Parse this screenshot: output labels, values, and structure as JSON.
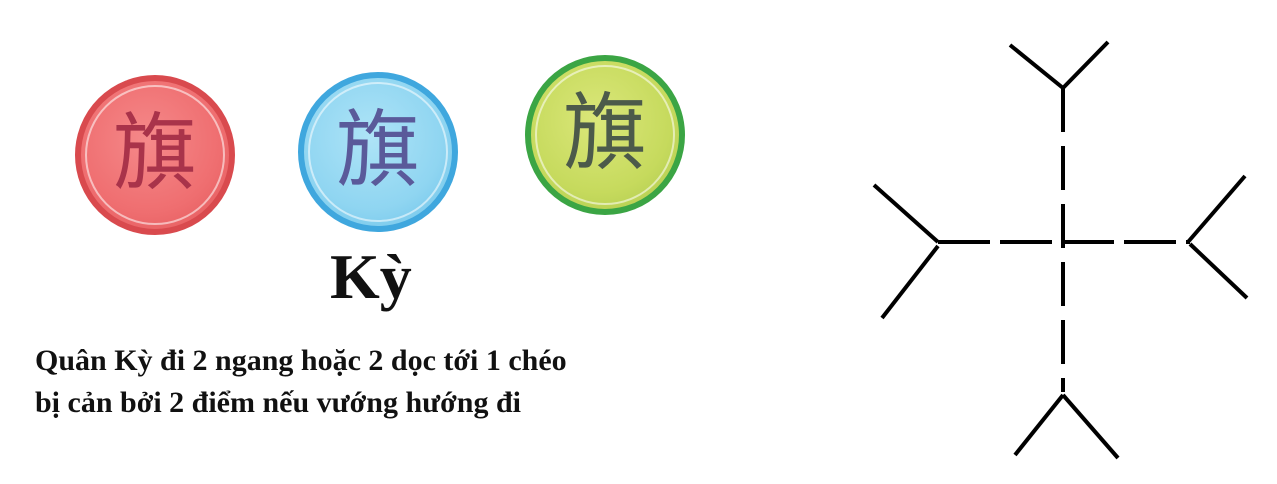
{
  "pieces": [
    {
      "id": "red",
      "glyph": "旗",
      "color": "#ef6e70",
      "border": "#d94a4e"
    },
    {
      "id": "blue",
      "glyph": "旗",
      "color": "#8fd5f1",
      "border": "#3fa7de"
    },
    {
      "id": "green",
      "glyph": "旗",
      "color": "#c6da5d",
      "border": "#3ba544"
    }
  ],
  "piece_name": "Kỳ",
  "description": {
    "line1": "Quân Kỳ đi 2 ngang hoặc 2 dọc tới 1 chéo",
    "line2": "bị cản bởi 2 điểm nếu vướng hướng đi"
  },
  "diagram": {
    "line_color": "#000000",
    "arms": [
      "up",
      "down",
      "left",
      "right"
    ]
  }
}
